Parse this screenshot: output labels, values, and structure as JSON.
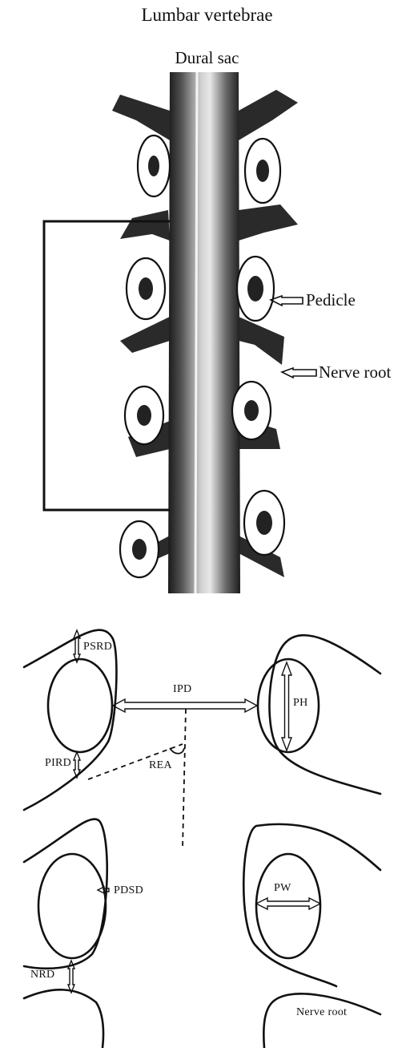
{
  "figure": {
    "title": "Lumbar vertebrae",
    "subtitle": "Dural sac",
    "callouts": {
      "pedicle": "Pedicle",
      "nerve_root": "Nerve root"
    },
    "measures": {
      "psrd": "PSRD",
      "ipd": "IPD",
      "ph": "PH",
      "pird": "PIRD",
      "rea": "REA",
      "pdsd": "PDSD",
      "pw": "PW",
      "nrd": "NRD",
      "nerve_root": "Nerve root"
    },
    "colors": {
      "ink": "#111111",
      "shade": "#3a3a3a",
      "paper": "#ffffff"
    }
  }
}
